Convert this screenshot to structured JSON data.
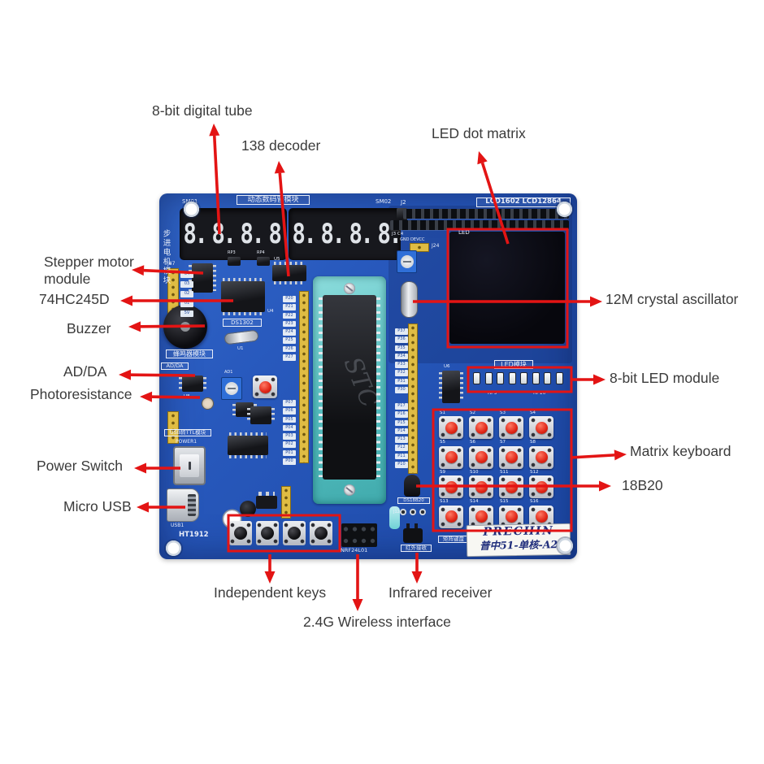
{
  "annotations": [
    {
      "id": "digital-tube",
      "text": "8-bit digital tube"
    },
    {
      "id": "decoder-138",
      "text": "138 decoder"
    },
    {
      "id": "led-dot-matrix",
      "text": "LED dot matrix"
    },
    {
      "id": "stepper-motor-module",
      "text": "Stepper motor module"
    },
    {
      "id": "74hc245d",
      "text": "74HC245D"
    },
    {
      "id": "buzzer",
      "text": "Buzzer"
    },
    {
      "id": "ad-da",
      "text": "AD/DA"
    },
    {
      "id": "photoresistance",
      "text": "Photoresistance"
    },
    {
      "id": "power-switch",
      "text": "Power Switch"
    },
    {
      "id": "micro-usb",
      "text": "Micro USB"
    },
    {
      "id": "independent-keys",
      "text": "Independent keys"
    },
    {
      "id": "wireless-2-4g",
      "text": "2.4G Wireless interface"
    },
    {
      "id": "infrared-receiver",
      "text": "Infrared receiver"
    },
    {
      "id": "crystal-12m",
      "text": "12M crystal ascillator"
    },
    {
      "id": "led-module-8bit",
      "text": "8-bit LED module"
    },
    {
      "id": "matrix-keyboard",
      "text": "Matrix keyboard"
    },
    {
      "id": "18b20",
      "text": "18B20"
    }
  ],
  "board": {
    "brand": {
      "line1": "PRECHIN",
      "line2": "普中51-单核-A2"
    },
    "silkscreen": {
      "sm01": "SM01",
      "sm02": "SM02",
      "j2": "J2",
      "j3": "J3 C4",
      "j24": "J24",
      "digit_module": "动态数码管模块",
      "stepper_module": "步进电机模块",
      "lcd": "LCD1602 LCD12864",
      "led": "LED",
      "gnd_vcc": "GND DEVCC",
      "rp3": "RP3",
      "rp4": "RP4",
      "u5": "U5",
      "u4": "U4",
      "j47": "J47",
      "ds1302": "DS1302",
      "u1": "U1",
      "buzzer_module": "蜂鸣器模块",
      "adda": "AD/DA",
      "u8": "U8",
      "ad1": "AD1",
      "usb_ttl": "USB转TTL模块",
      "power1": "POWER1",
      "usb1": "USB1",
      "ht1912": "HT1912",
      "led_module": "LED模块",
      "rp9": "RP9",
      "rp10": "RP10",
      "u6": "U6",
      "matrix_keyboard": "矩阵键盘",
      "nrf": "NRF24L01",
      "ds18b20": "DS18B20",
      "j12": "J12",
      "ir": "红外接收"
    },
    "digit_modules": [
      [
        "8.",
        "8.",
        "8.",
        "8."
      ],
      [
        "8.",
        "8.",
        "8.",
        "8."
      ]
    ],
    "matrix_keys": [
      "S1",
      "S2",
      "S3",
      "S4",
      "S5",
      "S6",
      "S7",
      "S8",
      "S9",
      "S10",
      "S11",
      "S12",
      "S13",
      "S14",
      "S15",
      "S16"
    ],
    "independent_key_count": 4,
    "led_count": 8,
    "pin_labels": {
      "p2": [
        "P20",
        "P21",
        "P22",
        "P23",
        "P24",
        "P25",
        "P26",
        "P27"
      ],
      "p0": [
        "P07",
        "P06",
        "P05",
        "P04",
        "P03",
        "P02",
        "P01",
        "P00"
      ],
      "p3": [
        "P37",
        "P36",
        "P35",
        "P34",
        "P33",
        "P32",
        "P31",
        "P30"
      ],
      "p1": [
        "P17",
        "P16",
        "P15",
        "P14",
        "P13",
        "P12",
        "P11",
        "P10"
      ]
    },
    "j47_pins": [
      "04",
      "03",
      "02",
      "01",
      "5V"
    ]
  },
  "colors": {
    "annotation": "#e31414",
    "pcb": "#2859bd",
    "socket_teal": "#5fc6c8",
    "header_yellow": "#dfbc43",
    "silkscreen": "#e9eef9",
    "display_bg": "#17181d",
    "digit": "#dfe3e8",
    "key_cap_red": "#e02516",
    "brand_blue": "#1f2d7b",
    "label_text": "#3b3b3b"
  }
}
